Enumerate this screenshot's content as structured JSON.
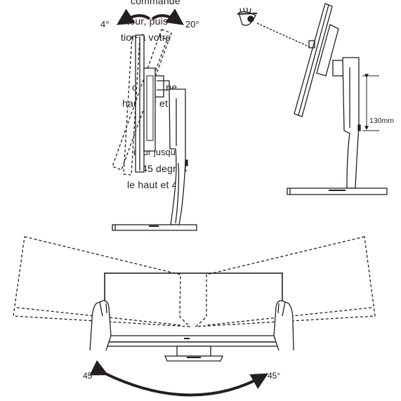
{
  "text_fragments": [
    "commande",
    "niteur, puis",
    "tion à votre",
    "oniteur ne",
    "hauteur et",
    "iteur jusqu'à",
    "45 degrés",
    "le haut et 4"
  ],
  "figure_labels": {
    "tilt_back": "4°",
    "tilt_forward": "20°",
    "height_range": "130mm",
    "swivel_left": "45°",
    "swivel_right": "45°"
  },
  "icons": [
    "eye-icon"
  ],
  "colors": {
    "ink": "#231f20",
    "background": "#ffffff"
  }
}
